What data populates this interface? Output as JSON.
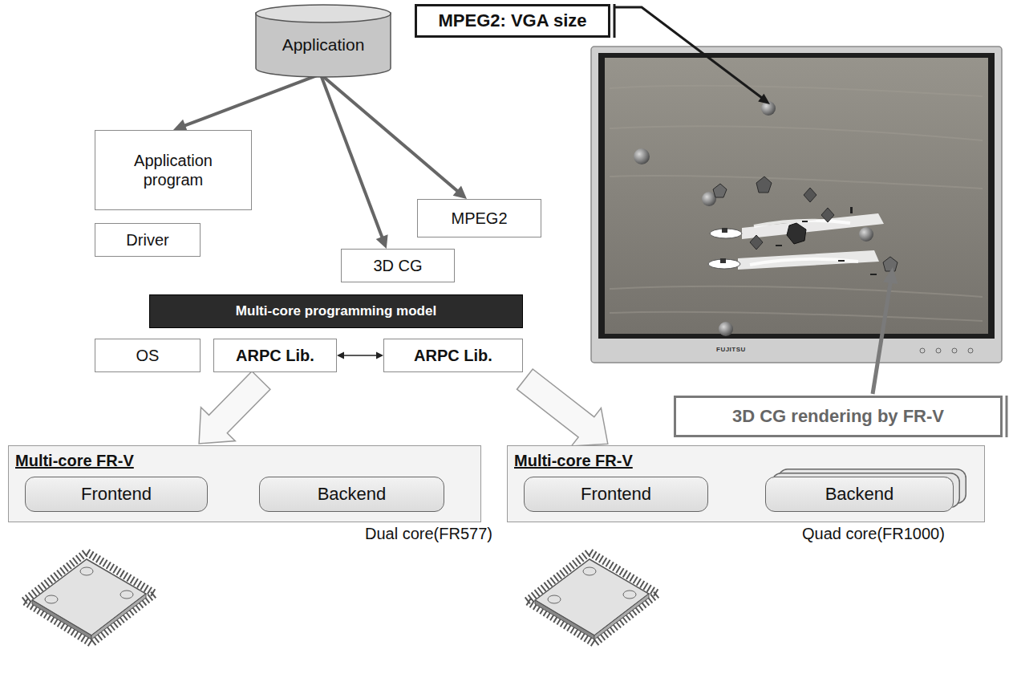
{
  "diagram": {
    "nodes": [
      {
        "text": [
          "Application"
        ]
      },
      {
        "text": [
          "MPEG2: VGA size"
        ]
      },
      {
        "text": [
          "Application program"
        ]
      },
      {
        "text": [
          "MPEG2"
        ]
      },
      {
        "text": [
          "Driver"
        ]
      },
      {
        "text": [
          "3D CG"
        ]
      },
      {
        "text": [
          "Multi-core programming model"
        ]
      },
      {
        "text": [
          "OS"
        ]
      },
      {
        "text": [
          "ARPC Lib."
        ]
      },
      {
        "text": [
          "ARPC Lib."
        ]
      },
      {
        "text": [
          "3D CG rendering by FR-V"
        ]
      },
      {
        "text": [
          "Multi-core FR-V"
        ]
      },
      {
        "text": [
          "Frontend"
        ],
        "in": 11
      },
      {
        "text": [
          "Backend"
        ],
        "in": 11
      },
      {
        "text": [
          "Multi-core FR-V"
        ]
      },
      {
        "text": [
          "Frontend"
        ],
        "in": 14
      },
      {
        "text": [
          "Backend"
        ],
        "in": 14
      }
    ],
    "edges": [
      {
        "from": 0,
        "to": 2,
        "arrow": "to"
      },
      {
        "from": 0,
        "to": 5,
        "arrow": "to"
      },
      {
        "from": 0,
        "to": 3,
        "arrow": "to"
      },
      {
        "from": 8,
        "to": 9,
        "arrow": "both"
      },
      {
        "from": 8,
        "to": 11,
        "arrow": "to"
      },
      {
        "from": 9,
        "to": 14,
        "arrow": "to"
      }
    ],
    "labels": [
      "Dual core(FR577)",
      "Quad core(FR1000)",
      "FUJITSU"
    ]
  }
}
